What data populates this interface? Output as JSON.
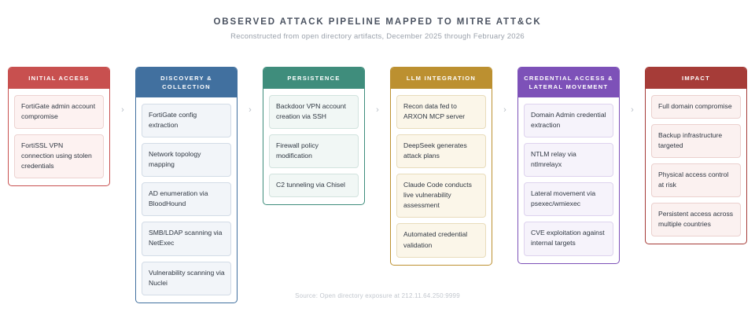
{
  "header": {
    "title": "OBSERVED ATTACK PIPELINE MAPPED TO MITRE ATT&CK",
    "subtitle": "Reconstructed from open directory artifacts, December 2025 through February 2026"
  },
  "connector_icon": "›",
  "stages": [
    {
      "id": "initial-access",
      "label": "INITIAL ACCESS",
      "color": "#c8504f",
      "card_bg": "#fdf2f1",
      "card_border": "#edd3d1",
      "steps": [
        "FortiGate admin account compromise",
        "FortiSSL VPN connection using stolen credentials"
      ]
    },
    {
      "id": "discovery-collection",
      "label": "DISCOVERY & COLLECTION",
      "color": "#41709f",
      "card_bg": "#f2f5f9",
      "card_border": "#d3dce7",
      "steps": [
        "FortiGate config extraction",
        "Network topology mapping",
        "AD enumeration via BloodHound",
        "SMB/LDAP scanning via NetExec",
        "Vulnerability scanning via Nuclei"
      ]
    },
    {
      "id": "persistence",
      "label": "PERSISTENCE",
      "color": "#3f8d7c",
      "card_bg": "#f1f7f5",
      "card_border": "#d2e3de",
      "steps": [
        "Backdoor VPN account creation via SSH",
        "Firewall policy modification",
        "C2 tunneling via Chisel"
      ]
    },
    {
      "id": "llm-integration",
      "label": "LLM INTEGRATION",
      "color": "#bc9030",
      "card_bg": "#fbf6e9",
      "card_border": "#e8dcbb",
      "steps": [
        "Recon data fed to ARXON MCP server",
        "DeepSeek generates attack plans",
        "Claude Code conducts live vulnerability assessment",
        "Automated credential validation"
      ]
    },
    {
      "id": "credential-access-lateral-movement",
      "label": "CREDENTIAL ACCESS & LATERAL MOVEMENT",
      "color": "#7d51b8",
      "card_bg": "#f6f3fb",
      "card_border": "#ded3ee",
      "steps": [
        "Domain Admin credential extraction",
        "NTLM relay via ntlmrelayx",
        "Lateral movement via psexec/wmiexec",
        "CVE exploitation against internal targets"
      ]
    },
    {
      "id": "impact",
      "label": "IMPACT",
      "color": "#a63c38",
      "card_bg": "#fbf1f0",
      "card_border": "#ebd0ce",
      "steps": [
        "Full domain compromise",
        "Backup infrastructure targeted",
        "Physical access control at risk",
        "Persistent access across multiple countries"
      ]
    }
  ],
  "footer": {
    "source": "Source: Open directory exposure at 212.11.64.250:9999"
  }
}
